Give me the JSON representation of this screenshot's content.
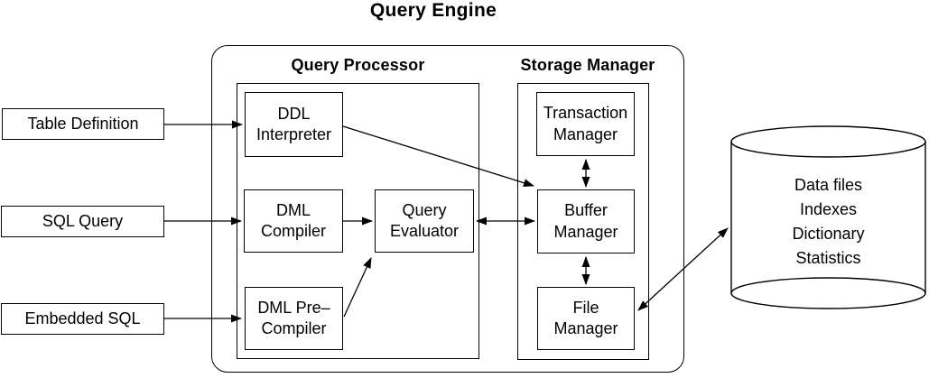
{
  "title": "Query Engine",
  "sections": {
    "query_processor": "Query Processor",
    "storage_manager": "Storage Manager"
  },
  "inputs": {
    "table_definition": "Table Definition",
    "sql_query": "SQL Query",
    "embedded_sql": "Embedded SQL"
  },
  "components": {
    "ddl_interpreter": "DDL\nInterpreter",
    "dml_compiler": "DML\nCompiler",
    "query_evaluator": "Query\nEvaluator",
    "dml_precompiler": "DML Pre–\nCompiler",
    "transaction_manager": "Transaction\nManager",
    "buffer_manager": "Buffer\nManager",
    "file_manager": "File\nManager"
  },
  "database": {
    "contents": "Data files\nIndexes\nDictionary\nStatistics"
  },
  "colors": {
    "stroke": "#000000",
    "background": "#ffffff"
  }
}
